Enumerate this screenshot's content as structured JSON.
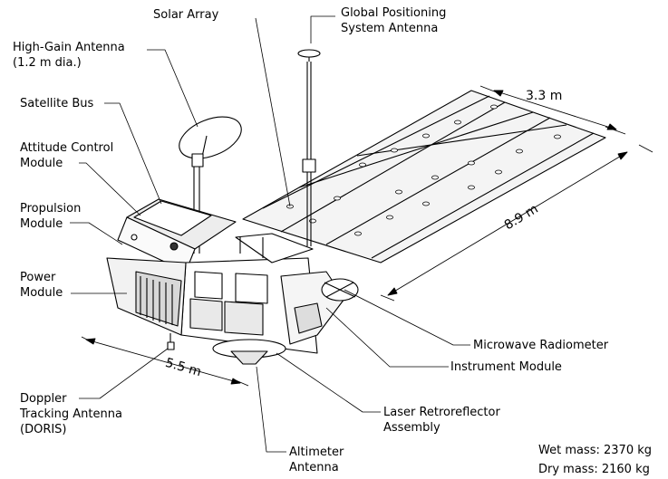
{
  "labels": {
    "solar_array": "Solar Array",
    "gps_antenna_l1": "Global Positioning",
    "gps_antenna_l2": "System Antenna",
    "high_gain_l1": "High-Gain Antenna",
    "high_gain_l2": "(1.2 m dia.)",
    "satellite_bus": "Satellite Bus",
    "attitude_l1": "Attitude Control",
    "attitude_l2": "Module",
    "propulsion_l1": "Propulsion",
    "propulsion_l2": "Module",
    "power_l1": "Power",
    "power_l2": "Module",
    "doris_l1": "Doppler",
    "doris_l2": "Tracking Antenna",
    "doris_l3": "(DORIS)",
    "altimeter_l1": "Altimeter",
    "altimeter_l2": "Antenna",
    "laser_l1": "Laser Retroreflector",
    "laser_l2": "Assembly",
    "instrument_module": "Instrument Module",
    "microwave_radiometer": "Microwave Radiometer"
  },
  "dimensions": {
    "array_width": "3.3 m",
    "array_length": "8.9 m",
    "bus_length": "5.5 m"
  },
  "mass": {
    "wet": "Wet mass: 2370 kg",
    "dry": "Dry mass: 2160 kg"
  }
}
